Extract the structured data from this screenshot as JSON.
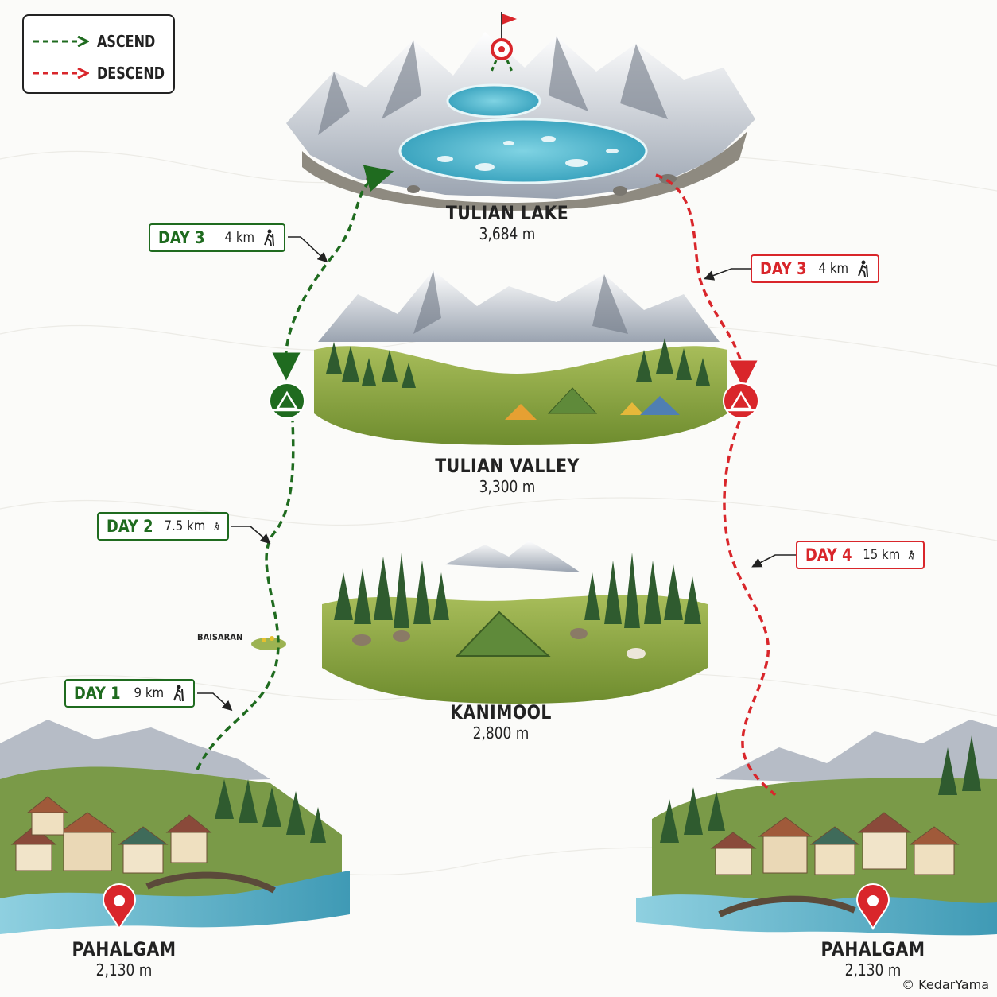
{
  "legend": {
    "ascend_label": "ASCEND",
    "descend_label": "DESCEND",
    "ascend_color": "#1f6b1f",
    "descend_color": "#d9262b"
  },
  "locations": {
    "tulian_lake": {
      "name": "TULIAN LAKE",
      "elevation": "3,684 m"
    },
    "tulian_valley": {
      "name": "TULIAN VALLEY",
      "elevation": "3,300 m"
    },
    "kanimool": {
      "name": "KANIMOOL",
      "elevation": "2,800 m"
    },
    "pahalgam_start": {
      "name": "PAHALGAM",
      "elevation": "2,130 m"
    },
    "pahalgam_end": {
      "name": "PAHALGAM",
      "elevation": "2,130 m"
    },
    "baisaran": {
      "name": "BAISARAN"
    }
  },
  "days": {
    "asc_day1": {
      "day": "DAY 1",
      "distance": "9 km"
    },
    "asc_day2": {
      "day": "DAY 2",
      "distance": "7.5 km"
    },
    "asc_day3": {
      "day": "DAY 3",
      "distance": "4 km"
    },
    "desc_day3": {
      "day": "DAY 3",
      "distance": "4 km"
    },
    "desc_day4": {
      "day": "DAY 4",
      "distance": "15 km"
    }
  },
  "icons": {
    "summit": "flag-icon",
    "camp": "tent-camp-icon",
    "start": "map-pin-icon",
    "hiker": "hiker-icon"
  },
  "credit": "© KedarYama"
}
